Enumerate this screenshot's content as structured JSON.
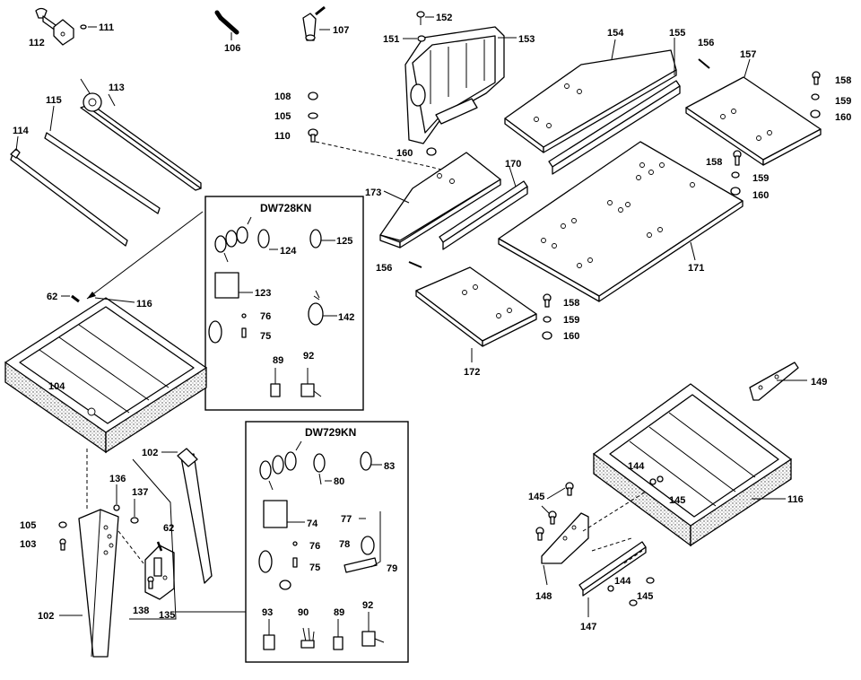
{
  "diagram": {
    "kits": [
      {
        "title": "DW728KN"
      },
      {
        "title": "DW729KN"
      }
    ],
    "labels": {
      "l111": "111",
      "l112": "112",
      "l106": "106",
      "l107": "107",
      "l113": "113",
      "l115": "115",
      "l114": "114",
      "l152": "152",
      "l151": "151",
      "l153": "153",
      "l108": "108",
      "l105a": "105",
      "l110": "110",
      "l160a": "160",
      "l154": "154",
      "l155": "155",
      "l156a": "156",
      "l157": "157",
      "l158a": "158",
      "l159a": "159",
      "l160b": "160",
      "l158b": "158",
      "l159b": "159",
      "l160c": "160",
      "l173": "173",
      "l170": "170",
      "l171": "171",
      "l156b": "156",
      "l158c": "158",
      "l159c": "159",
      "l160d": "160",
      "l172": "172",
      "l124": "124",
      "l125": "125",
      "l123": "123",
      "l76a": "76",
      "l75a": "75",
      "l142": "142",
      "l89a": "89",
      "l92a": "92",
      "l62a": "62",
      "l116a": "116",
      "l104": "104",
      "l102a": "102",
      "l136": "136",
      "l137": "137",
      "l105b": "105",
      "l103": "103",
      "l62b": "62",
      "l138": "138",
      "l135": "135",
      "l102b": "102",
      "l80": "80",
      "l83": "83",
      "l74": "74",
      "l76b": "76",
      "l75b": "75",
      "l77": "77",
      "l78": "78",
      "l79": "79",
      "l93": "93",
      "l90": "90",
      "l89b": "89",
      "l92b": "92",
      "l149": "149",
      "l144a": "144",
      "l145a": "145",
      "l145b": "145",
      "l116b": "116",
      "l144b": "144",
      "l145c": "145",
      "l148": "148",
      "l147": "147"
    }
  }
}
